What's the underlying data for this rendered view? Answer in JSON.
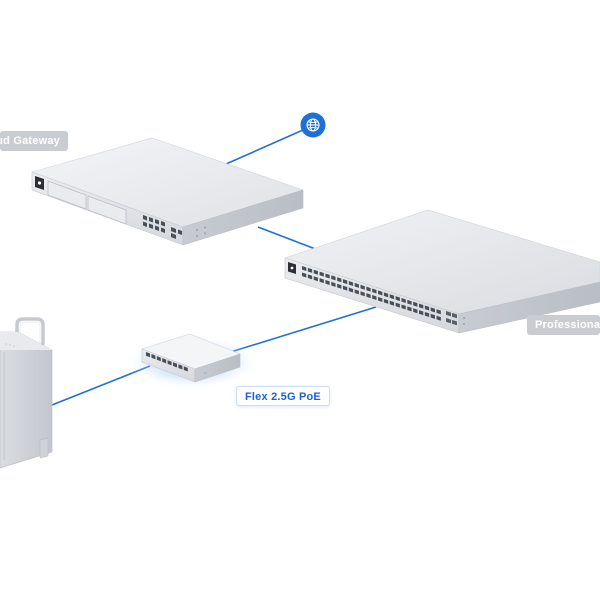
{
  "labels": {
    "gateway": "ud Gateway",
    "pro_switch": "Professional",
    "flex_switch": "Flex 2.5G PoE"
  },
  "icons": {
    "internet": "globe-icon"
  },
  "colors": {
    "link_blue": "#1f6fd6",
    "device_body": "#e4e6ea",
    "device_edge": "#c4c8ce",
    "port_dark": "#4a4f57",
    "label_gray": "#c9ccd1",
    "label_blue_text": "#1f5fd6"
  }
}
